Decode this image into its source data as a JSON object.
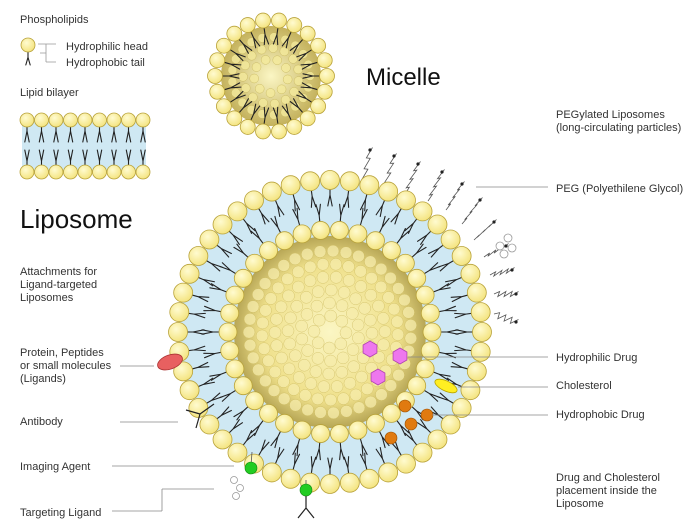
{
  "legend": {
    "phospholipids": "Phospholipids",
    "hydrophilic_head": "Hydrophilic head",
    "hydrophobic_tail": "Hydrophobic tail",
    "lipid_bilayer": "Lipid bilayer"
  },
  "titles": {
    "micelle": "Micelle",
    "liposome": "Liposome"
  },
  "peg": {
    "heading": "PEGylated Liposomes\n(long-circulating particles)",
    "label": "PEG (Polyethilene Glycol)"
  },
  "ligand": {
    "heading": "Attachments for\nLigand-targeted\nLiposomes",
    "protein": "Protein, Peptides\nor small molecules\n(Ligands)",
    "antibody": "Antibody",
    "imaging_agent": "Imaging Agent",
    "targeting_ligand": "Targeting Ligand"
  },
  "drug": {
    "hydrophilic": "Hydrophilic Drug",
    "cholesterol": "Cholesterol",
    "hydrophobic": "Hydrophobic Drug",
    "placement_note": "Drug and Cholesterol\nplacement inside the\nLiposome"
  },
  "colors": {
    "head_fill": "#f7e98a",
    "head_stroke": "#b8a23a",
    "bilayer_fill": "#cfe8f3",
    "tail": "#222222",
    "hydrophilic_drug": "#ee77ee",
    "cholesterol": "#ffee22",
    "hydrophobic_drug": "#e07a10",
    "imaging_agent": "#22cc22",
    "protein_ligand": "#e86060",
    "leader_line": "#888888"
  }
}
